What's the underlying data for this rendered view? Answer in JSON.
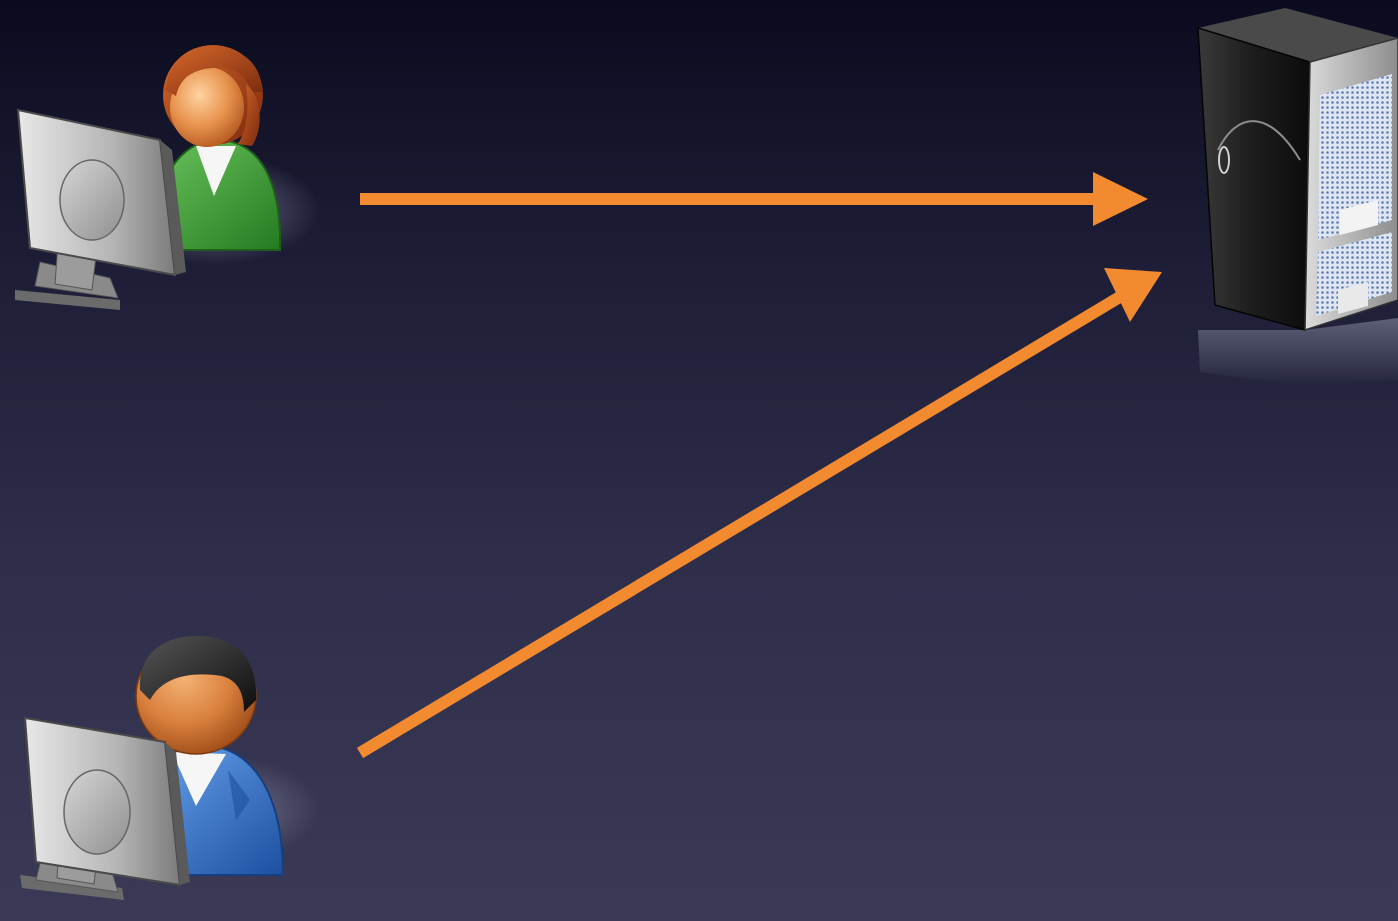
{
  "diagram": {
    "nodes": [
      {
        "id": "user-female",
        "kind": "client",
        "icon": "female-user-at-computer-icon"
      },
      {
        "id": "user-male",
        "kind": "client",
        "icon": "male-user-at-computer-icon"
      },
      {
        "id": "server",
        "kind": "server",
        "icon": "tower-server-icon"
      }
    ],
    "edges": [
      {
        "from": "user-female",
        "to": "server",
        "style": "arrow"
      },
      {
        "from": "user-male",
        "to": "server",
        "style": "arrow"
      }
    ],
    "colors": {
      "arrow": "#f28a30",
      "background_top": "#0b0b1f",
      "background_bottom": "#3a3a56",
      "female_shirt": "#3d9a35",
      "female_hair": "#a4431c",
      "male_shirt": "#2f6fc6",
      "male_hair": "#1c1c1c",
      "skin": "#e0884a",
      "monitor": "#b9b9b9",
      "server_body": "#1b1b1b",
      "server_grille": "#9fb4d8"
    }
  }
}
